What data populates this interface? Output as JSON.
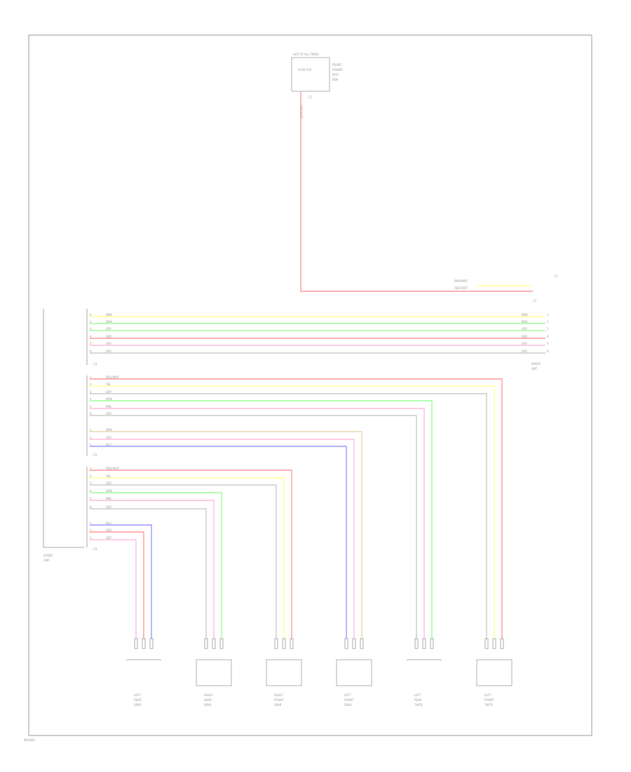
{
  "footer": {
    "code": "W0484"
  },
  "wire_colors": {
    "red": "#ff9999",
    "yellow": "#ffff99",
    "green": "#99ff99",
    "gray": "#cccccc",
    "blue": "#9999ff",
    "pink": "#ffbbdd",
    "tan": "#e8d8b0",
    "dark": "#777777"
  },
  "fuse": {
    "title": "HOT AT ALL TIMES",
    "name": "FUSE 15A",
    "desc": [
      "FRONT",
      "POWER",
      "DIST",
      "BOX"
    ]
  },
  "wire_codes": {
    "bus_1": "BRN/WHT",
    "bus_2": "RED/WHT",
    "g1": [
      "BRN",
      "BRN",
      "GRY",
      "RED",
      "GRY",
      "GRY"
    ],
    "g2": [
      "RED/WHT",
      "YEL",
      "GRY",
      "GRN",
      "PNK",
      "GRY"
    ],
    "g3": [
      "BRN",
      "GRY",
      "BLU"
    ],
    "g4": [
      "RED/WHT",
      "YEL",
      "GRY",
      "GRN",
      "PNK",
      "GRY"
    ],
    "g5": [
      "BLU",
      "RED",
      "GRY"
    ]
  },
  "pin_numbers": [
    "1",
    "2",
    "3",
    "4",
    "5",
    "6"
  ],
  "connectors": {
    "c_top": "C1",
    "c_g1": "C3",
    "c_g3": "C5",
    "c_g5": "C4",
    "c_right": "C2",
    "c_right_b": "C1"
  },
  "modules": {
    "left": [
      "AUDIO",
      "AMP"
    ],
    "right": [
      "RADIO",
      "ANT"
    ]
  },
  "speakers": [
    {
      "n1": "LEFT",
      "n2": "REAR",
      "n3": "SPKR"
    },
    {
      "n1": "RIGHT",
      "n2": "REAR",
      "n3": "SPKR"
    },
    {
      "n1": "RIGHT",
      "n2": "FRONT",
      "n3": "SPKR"
    },
    {
      "n1": "LEFT",
      "n2": "FRONT",
      "n3": "SPKR"
    },
    {
      "n1": "LEFT",
      "n2": "REAR",
      "n3": "TWTR"
    },
    {
      "n1": "LEFT",
      "n2": "FRONT",
      "n3": "TWTR"
    }
  ]
}
